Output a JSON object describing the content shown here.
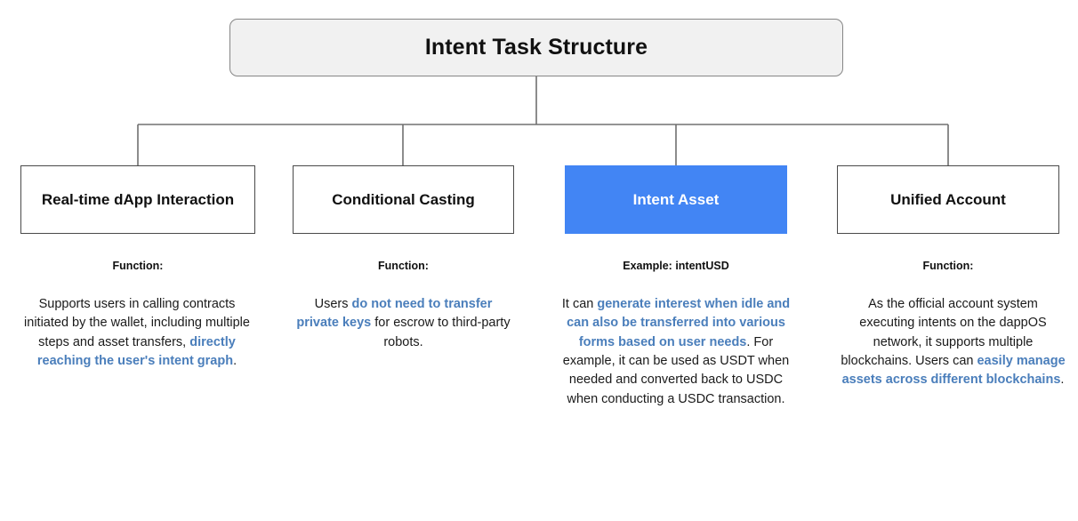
{
  "diagram": {
    "type": "org-chart",
    "root": {
      "title": "Intent Task Structure"
    },
    "accent_color": "#4285f4",
    "highlight_text_color": "#4a7ebb",
    "root_fill": "#f1f1f1",
    "columns": [
      {
        "id": "real-time-dapp-interaction",
        "title": "Real-time dApp Interaction",
        "section_label": "Function:",
        "highlighted": false,
        "body": [
          {
            "text": "Supports users in calling contracts initiated by the wallet, including multiple steps and asset transfers, ",
            "emphasis": false
          },
          {
            "text": "directly reaching the user's intent graph",
            "emphasis": true
          },
          {
            "text": ".",
            "emphasis": false
          }
        ]
      },
      {
        "id": "conditional-casting",
        "title": "Conditional Casting",
        "section_label": "Function:",
        "highlighted": false,
        "body": [
          {
            "text": "Users ",
            "emphasis": false
          },
          {
            "text": "do not need to transfer private keys",
            "emphasis": true
          },
          {
            "text": " for escrow to third-party robots.",
            "emphasis": false
          }
        ]
      },
      {
        "id": "intent-asset",
        "title": "Intent Asset",
        "section_label": "Example: intentUSD",
        "highlighted": true,
        "body": [
          {
            "text": "It can ",
            "emphasis": false
          },
          {
            "text": "generate interest when idle and can also be transferred into various forms based on user needs",
            "emphasis": true
          },
          {
            "text": ". For example, it can be used as USDT when needed and converted back to USDC when conducting a USDC transaction.",
            "emphasis": false
          }
        ]
      },
      {
        "id": "unified-account",
        "title": "Unified Account",
        "section_label": "Function:",
        "highlighted": false,
        "body": [
          {
            "text": "As the official account system executing intents on the dappOS network, it supports multiple blockchains. Users can ",
            "emphasis": false
          },
          {
            "text": "easily manage assets across different blockchains",
            "emphasis": true
          },
          {
            "text": ".",
            "emphasis": false
          }
        ]
      }
    ]
  }
}
